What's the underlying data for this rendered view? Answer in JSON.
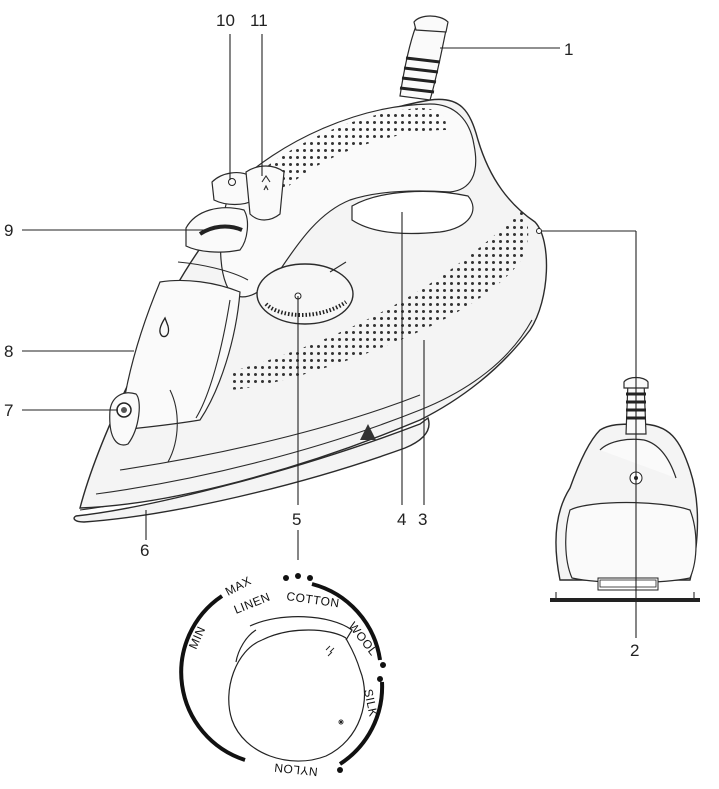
{
  "callouts": [
    "1",
    "2",
    "3",
    "4",
    "5",
    "6",
    "7",
    "8",
    "9",
    "10",
    "11"
  ],
  "dial": {
    "labels": {
      "min": "MIN",
      "max": "MAX",
      "linen": "LINEN",
      "cotton": "COTTON",
      "wool": "WOOL",
      "silk": "SILK",
      "nylon": "NYLON"
    }
  },
  "colors": {
    "line": "#222222",
    "body_fill": "#f4f4f4",
    "dots": "#333333"
  }
}
